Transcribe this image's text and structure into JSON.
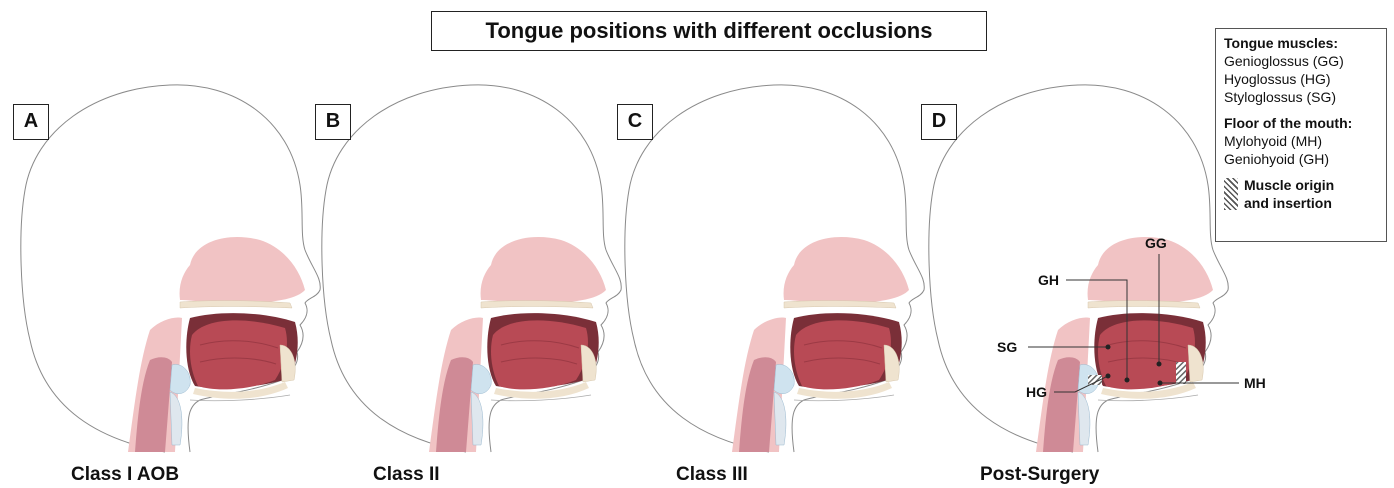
{
  "title": "Tongue positions with different occlusions",
  "legend": {
    "tongue_heading": "Tongue muscles:",
    "tongue_items": [
      "Genioglossus (GG)",
      "Hyoglossus (HG)",
      "Styloglossus (SG)"
    ],
    "floor_heading": "Floor of the mouth:",
    "floor_items": [
      "Mylohyoid (MH)",
      "Geniohyoid (GH)"
    ],
    "origin_label_1": "Muscle origin",
    "origin_label_2": "and insertion"
  },
  "panels": [
    {
      "letter": "A",
      "caption": "Class I AOB"
    },
    {
      "letter": "B",
      "caption": "Class II"
    },
    {
      "letter": "C",
      "caption": "Class III"
    },
    {
      "letter": "D",
      "caption": "Post-Surgery"
    }
  ],
  "muscle_labels": {
    "gg": "GG",
    "gh": "GH",
    "sg": "SG",
    "hg": "HG",
    "mh": "MH"
  },
  "colors": {
    "skin_outline": "#777777",
    "nasal": "#f3c4c4",
    "tongue": "#b84a55",
    "tongue_dark": "#9c3a45",
    "airway": "#cf8a96",
    "bone": "#efe3cf"
  }
}
